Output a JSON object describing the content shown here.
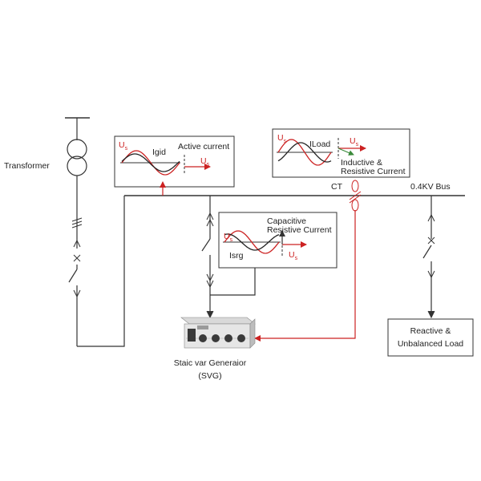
{
  "labels": {
    "transformer": "Transformer",
    "bus": "0.4KV Bus",
    "ct": "CT",
    "svg_line1": "Staic var Generaior",
    "svg_line2": "(SVG)",
    "load_line1": "Reactive &",
    "load_line2": "Unbalanced Load"
  },
  "boxes": {
    "grid": {
      "us": "U",
      "us_sub": "s",
      "current": "Igid",
      "title": "Active current",
      "us2": "U",
      "us2_sub": "s"
    },
    "load": {
      "us": "U",
      "us_sub": "s",
      "current": "ILoad",
      "us2": "U",
      "us2_sub": "s",
      "title_line1": "Inductive &",
      "title_line2": "Resistive Current"
    },
    "svg": {
      "us": "U",
      "us_sub": "s",
      "current": "Isrg",
      "title_line1": "Capacitive",
      "title_line2": "Resistive Current",
      "us2": "U",
      "us2_sub": "s"
    }
  },
  "colors": {
    "line": "#333333",
    "voltage_wave": "#cc2222",
    "current_wave": "#222222",
    "signal": "#cc2222",
    "phasor_green": "#3a8a3a"
  }
}
